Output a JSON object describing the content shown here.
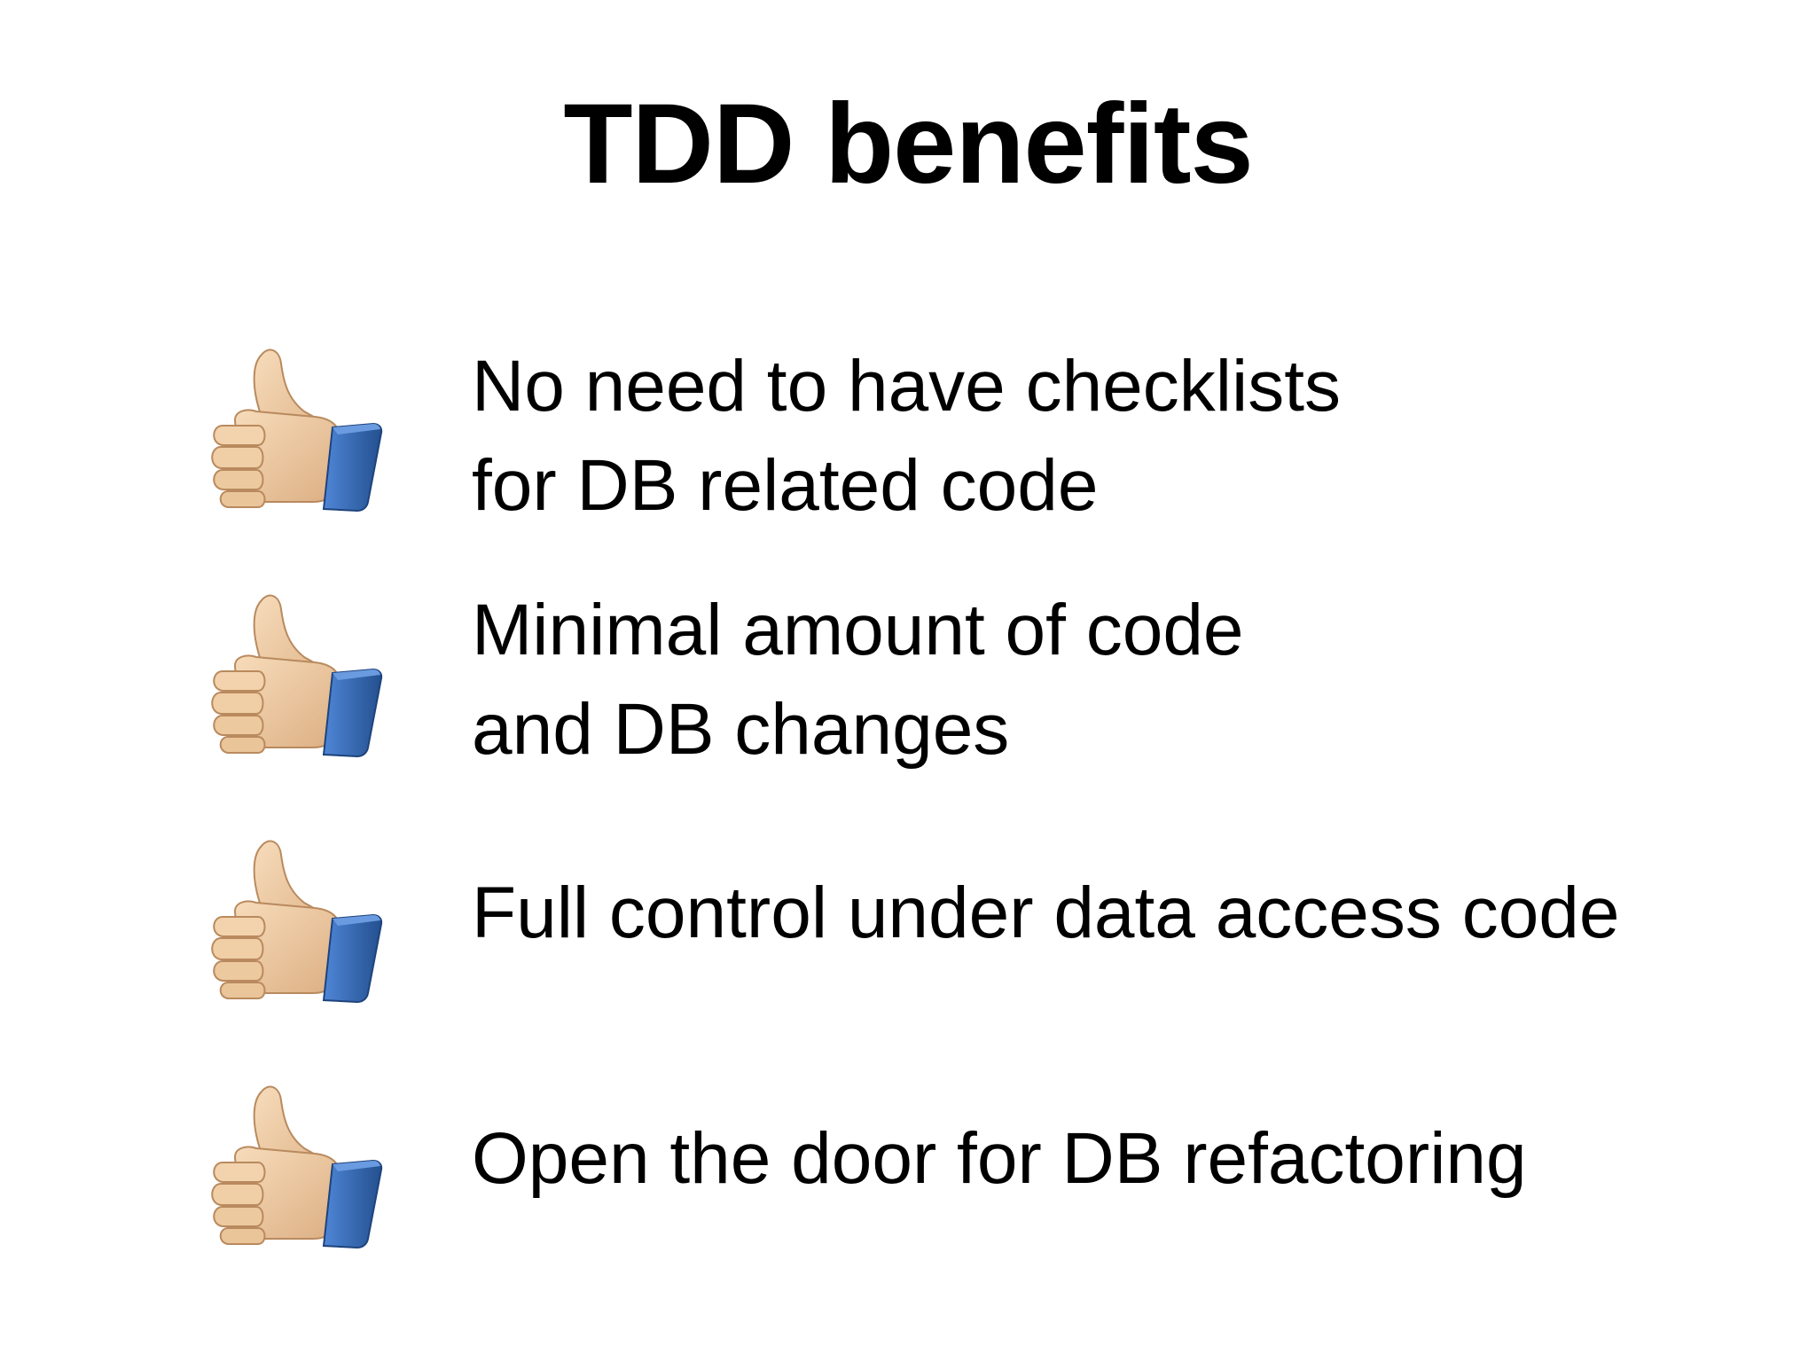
{
  "slide": {
    "title": "TDD benefits",
    "bullets": [
      {
        "line1": "No need to have checklists",
        "line2": "for DB related code"
      },
      {
        "line1": "Minimal amount of code",
        "line2": "and DB changes"
      },
      {
        "line1": "Full control under data access code",
        "line2": ""
      },
      {
        "line1": "Open the door for DB refactoring",
        "line2": ""
      }
    ],
    "icon": "thumbs-up-icon",
    "colors": {
      "skin": "#f1cfa6",
      "skin_shade": "#c99b70",
      "cuff": "#3a6fc4",
      "cuff_dark": "#24508f",
      "text": "#000000",
      "background": "#ffffff"
    }
  }
}
